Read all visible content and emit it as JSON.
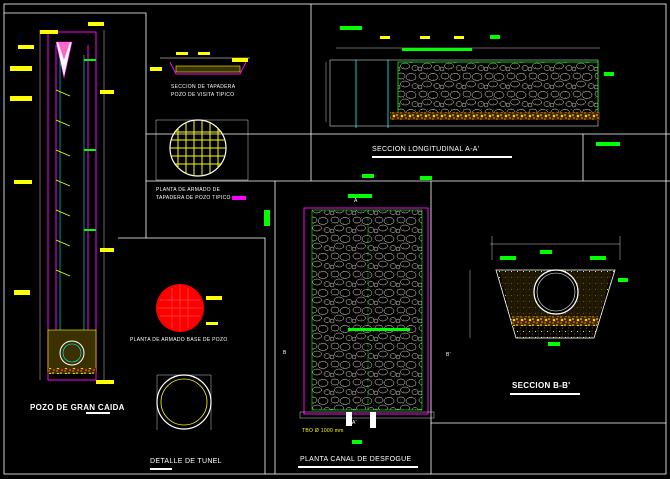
{
  "drawing": {
    "colors": {
      "background": "#000000",
      "frame": "#ffffff",
      "dimension": "#ffffff",
      "tag": "#ffff00",
      "note": "#00ff00",
      "magenta": "#ff00ff",
      "cyan": "#00ffff",
      "red": "#ff0000",
      "stone": "#ffff00",
      "gravel": "#ffcc00"
    },
    "labels": {
      "seccion_tapadera": "SECCION DE TAPADERA",
      "pozo_visita": "POZO DE VISITA TIPICO",
      "seccion_longitudinal": "SECCION LONGITUDINAL A-A'",
      "planta_armado_1": "PLANTA DE ARMADO DE",
      "planta_armado_2": "TAPADERA DE POZO TIPICO",
      "planta_armado_base": "PLANTA DE ARMADO BASE DE POZO",
      "pozo_gran_caida": "POZO DE GRAN CAIDA",
      "detalle_tunel": "DETALLE DE TUNEL",
      "planta_canal": "PLANTA CANAL DE DESFOGUE",
      "seccion_bb": "SECCION B-B'",
      "tubo": "TBO Ø 1000 mm",
      "section_a": "A",
      "section_a_prime": "A'",
      "section_b": "B",
      "section_b_prime": "B'"
    }
  }
}
